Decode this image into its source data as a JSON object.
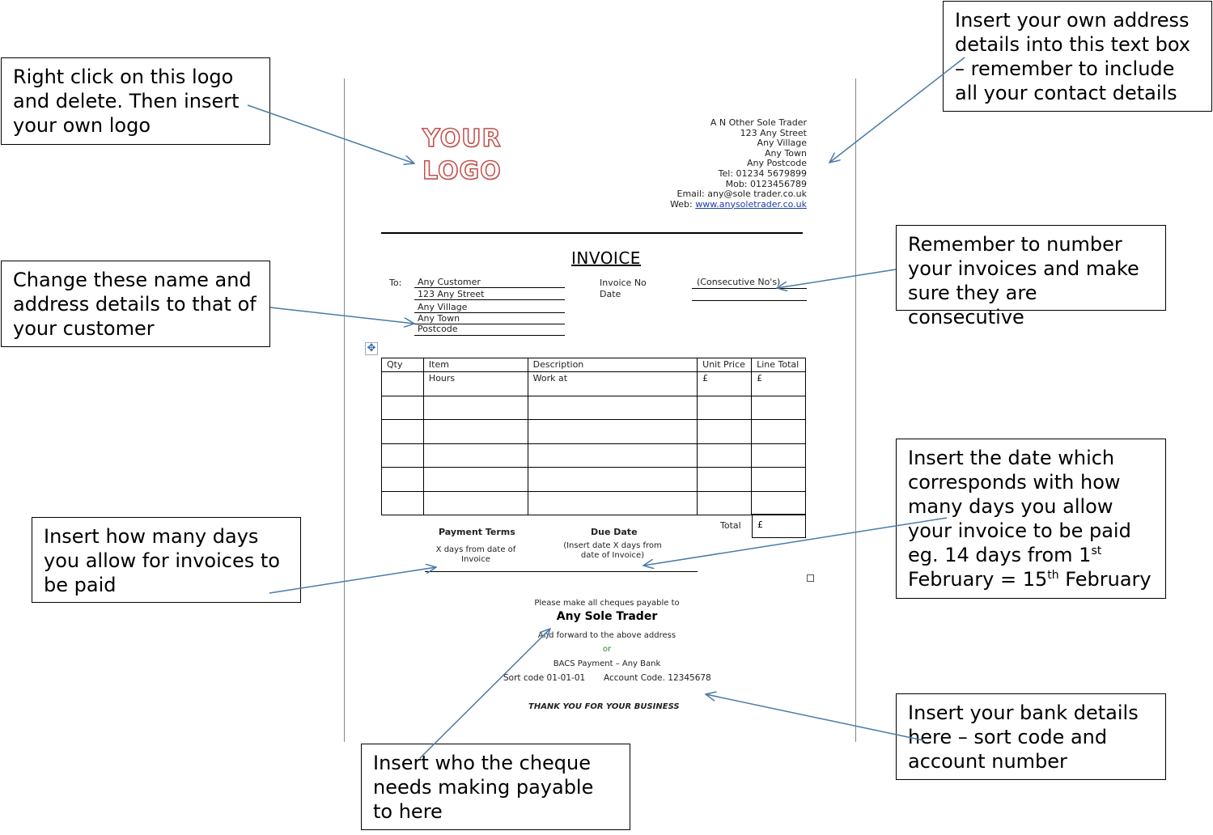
{
  "callouts": {
    "logo": "Right click on this logo and delete.  Then insert your own logo",
    "address_box": "Insert your own address details into this text box – remember to include all your contact details",
    "number": "Remember to number your invoices and make sure they are consecutive",
    "customer": "Change these name and address details to that of your customer",
    "date_pre": "Insert the date which corresponds with how many days you allow your invoice to be paid eg. 14 days from 1",
    "date_sup1": "st",
    "date_mid": " February = 15",
    "date_sup2": "th",
    "date_post": " February",
    "days": "Insert how many days you allow for invoices to be paid",
    "bank": "Insert your bank details here – sort code and account number",
    "cheque": "Insert who the cheque needs making payable to here"
  },
  "invoice": {
    "logo_line1": "YOUR",
    "logo_line2": "LOGO",
    "sender": {
      "name": "A N Other Sole Trader",
      "street": "123 Any Street",
      "village": "Any Village",
      "town": "Any Town",
      "postcode": "Any Postcode",
      "tel": "Tel: 01234 5679899",
      "mob": "Mob: 0123456789",
      "email": "Email: any@sole trader.co.uk",
      "web_label": "Web: ",
      "web": "www.anysoletrader.co.uk"
    },
    "title": "INVOICE",
    "to_label": "To:",
    "customer": [
      "Any Customer",
      "123 Any Street",
      "Any Village",
      "Any Town",
      "Postcode"
    ],
    "invoice_no_label": "Invoice No",
    "date_label": "Date",
    "consecutive": "(Consecutive No's)",
    "table": {
      "headers": [
        "Qty",
        "Item",
        "Description",
        "Unit Price",
        "Line Total"
      ],
      "rows": [
        [
          "",
          "Hours",
          "Work at",
          "£",
          "£"
        ],
        [
          "",
          "",
          "",
          "",
          ""
        ],
        [
          "",
          "",
          "",
          "",
          ""
        ],
        [
          "",
          "",
          "",
          "",
          ""
        ],
        [
          "",
          "",
          "",
          "",
          ""
        ],
        [
          "",
          "",
          "",
          "",
          ""
        ]
      ],
      "total_label": "Total",
      "total_value": "£"
    },
    "payment_terms_label": "Payment Terms",
    "payment_terms_value": "X days from date of Invoice",
    "due_date_label": "Due Date",
    "due_date_value": "(Insert date X days from date of Invoice)",
    "cheques_line": "Please make all cheques payable to",
    "payee": "Any Sole Trader",
    "forward_line": "And forward to the above address",
    "or": "or",
    "bacs": "BACS Payment – Any Bank",
    "sort_code": "Sort code 01-01-01",
    "account_code": "Account Code. 12345678",
    "thanks": "THANK YOU FOR YOUR BUSINESS"
  }
}
